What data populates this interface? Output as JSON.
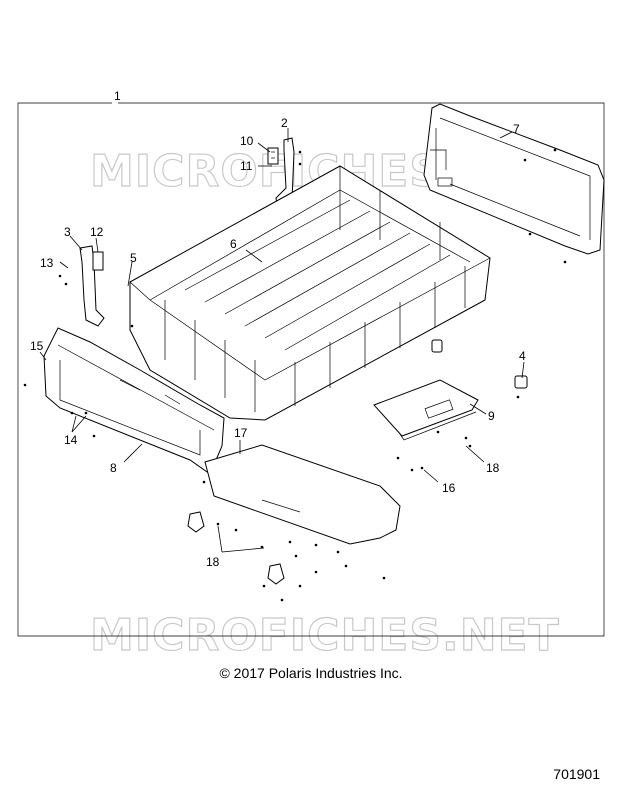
{
  "diagram": {
    "callouts": [
      "1",
      "2",
      "10",
      "11",
      "7",
      "6",
      "3",
      "12",
      "13",
      "5",
      "15",
      "4",
      "9",
      "14",
      "8",
      "17",
      "18",
      "16",
      "18"
    ],
    "watermarks": [
      "MICROFICHES.NET",
      "MICROFICHES.NET"
    ],
    "copyright": "© 2017 Polaris Industries Inc.",
    "reference_number": "701901"
  }
}
